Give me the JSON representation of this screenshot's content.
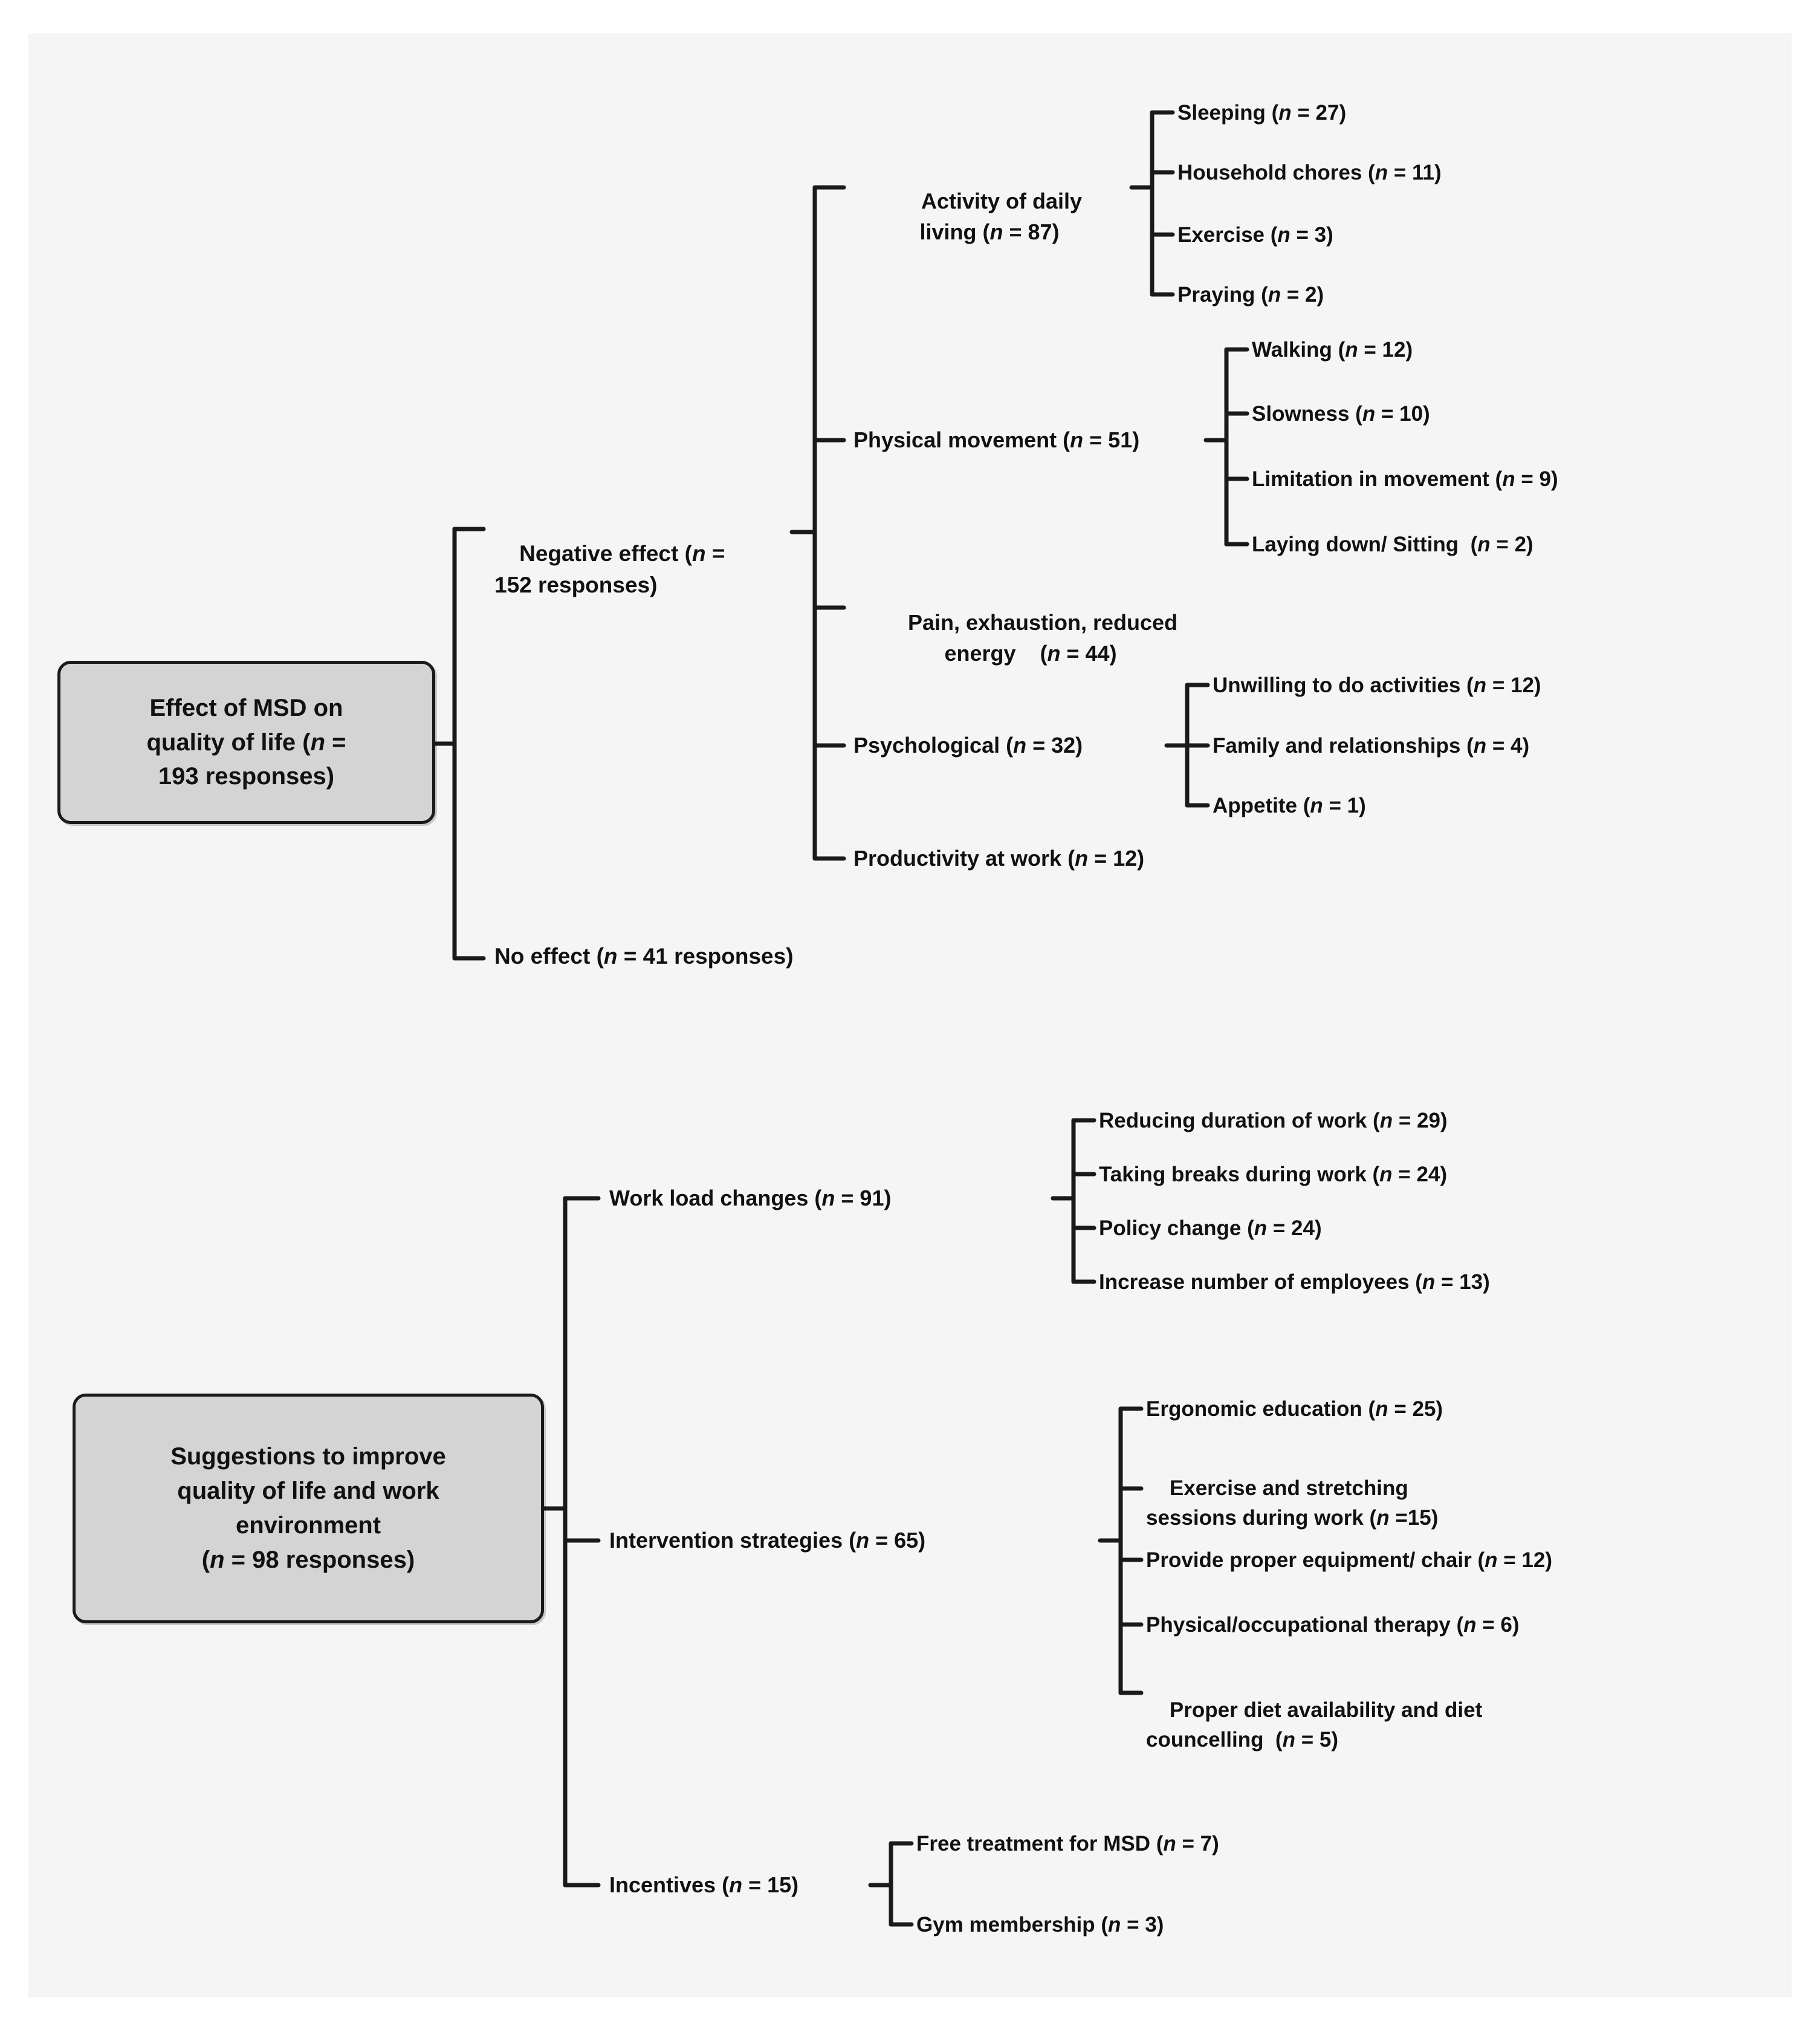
{
  "figure": {
    "background": "#f5f5f5",
    "page_background": "#ffffff",
    "node_box_fill": "#d4d4d4",
    "line_color": "#1a1a1a",
    "text_color": "#111111"
  },
  "tree1": {
    "root": "Effect of MSD on quality of life (n = 193 responses)",
    "root_lines": [
      "Effect of MSD on",
      "quality of life (n =",
      "193 responses)"
    ],
    "branches": [
      {
        "label": "Negative effect (n = 152 responses)",
        "label_lines": [
          "Negative effect (n =",
          "152 responses)"
        ],
        "children": [
          {
            "label": "Activity of daily living (n = 87)",
            "label_lines": [
              "Activity of daily",
              "living (n = 87)"
            ],
            "children": [
              "Sleeping (n = 27)",
              "Household chores (n = 11)",
              "Exercise (n = 3)",
              "Praying (n = 2)"
            ]
          },
          {
            "label": "Physical movement (n = 51)",
            "label_lines": [
              "Physical movement (n = 51)"
            ],
            "children": [
              "Walking (n = 12)",
              "Slowness (n = 10)",
              "Limitation in movement (n = 9)",
              "Laying down/ Sitting  (n = 2)"
            ]
          },
          {
            "label": "Pain, exhaustion, reduced energy   (n = 44)",
            "label_lines": [
              "Pain, exhaustion, reduced",
              "energy    (n = 44)"
            ],
            "children": []
          },
          {
            "label": "Psychological (n = 32)",
            "label_lines": [
              "Psychological (n = 32)"
            ],
            "children": [
              "Unwilling to do activities (n = 12)",
              "Family and relationships (n = 4)",
              "Appetite (n = 1)"
            ]
          },
          {
            "label": "Productivity at work (n = 12)",
            "label_lines": [
              "Productivity at work (n = 12)"
            ],
            "children": []
          }
        ]
      },
      {
        "label": "No effect (n = 41 responses)",
        "label_lines": [
          "No effect (n = 41 responses)"
        ],
        "children": []
      }
    ]
  },
  "tree2": {
    "root": "Suggestions to improve quality of life and work environment (n = 98 responses)",
    "root_lines": [
      "Suggestions to improve",
      "quality of life and work",
      "environment",
      "(n = 98 responses)"
    ],
    "branches": [
      {
        "label": "Work load changes (n = 91)",
        "label_lines": [
          "Work load changes (n = 91)"
        ],
        "children": [
          "Reducing duration of work (n = 29)",
          "Taking breaks during work (n = 24)",
          "Policy change (n = 24)",
          "Increase number of employees (n = 13)"
        ]
      },
      {
        "label": "Intervention strategies (n = 65)",
        "label_lines": [
          "Intervention strategies (n = 65)"
        ],
        "children": [
          "Ergonomic education (n = 25)",
          "Exercise and stretching sessions during work (n =15)",
          "Provide proper equipment/ chair (n = 12)",
          "Physical/occupational therapy (n = 6)",
          "Proper diet availability and diet councelling  (n = 5)"
        ],
        "children_lines": [
          [
            "Ergonomic education (n = 25)"
          ],
          [
            "Exercise and stretching",
            "sessions during work (n =15)"
          ],
          [
            "Provide proper equipment/ chair (n = 12)"
          ],
          [
            "Physical/occupational therapy (n = 6)"
          ],
          [
            "Proper diet availability and diet",
            "councelling  (n = 5)"
          ]
        ]
      },
      {
        "label": "Incentives (n = 15)",
        "label_lines": [
          "Incentives (n = 15)"
        ],
        "children": [
          "Free treatment for MSD (n = 7)",
          "Gym membership (n = 3)"
        ]
      }
    ]
  }
}
